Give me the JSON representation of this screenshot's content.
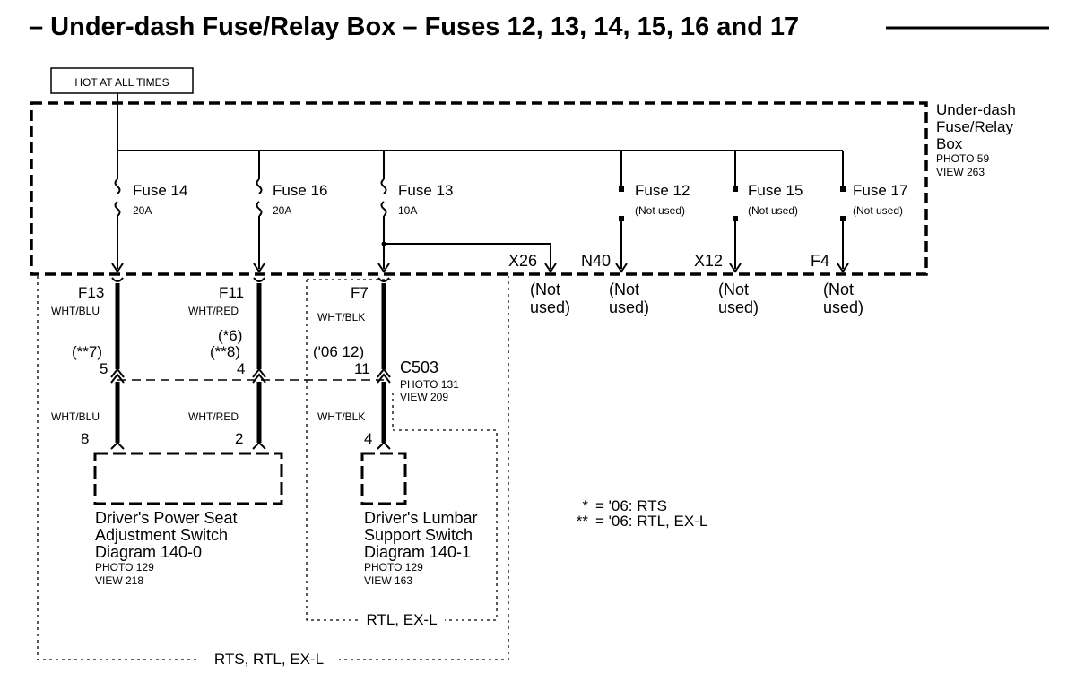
{
  "title": "– Under-dash Fuse/Relay Box – Fuses 12, 13, 14, 15, 16 and 17",
  "hot_label": "HOT AT ALL TIMES",
  "fuse_box": {
    "name_lines": [
      "Under-dash",
      "Fuse/Relay",
      "Box"
    ],
    "photo": "PHOTO 59",
    "view": "VIEW 263"
  },
  "fuses": [
    {
      "name": "Fuse 14",
      "rating": "20A"
    },
    {
      "name": "Fuse 16",
      "rating": "20A"
    },
    {
      "name": "Fuse 13",
      "rating": "10A"
    },
    {
      "name": "Fuse 12",
      "rating": "(Not used)"
    },
    {
      "name": "Fuse 15",
      "rating": "(Not used)"
    },
    {
      "name": "Fuse 17",
      "rating": "(Not used)"
    }
  ],
  "outputs": [
    {
      "terminal": "X26",
      "status": [
        "(Not",
        "used)"
      ]
    },
    {
      "terminal": "N40",
      "status": [
        "(Not",
        "used)"
      ]
    },
    {
      "terminal": "X12",
      "status": [
        "(Not",
        "used)"
      ]
    },
    {
      "terminal": "F4",
      "status": [
        "(Not",
        "used)"
      ]
    }
  ],
  "circuits": [
    {
      "terminal": "F13",
      "wire_top": "WHT/BLU",
      "pin_note": [
        "(**7)"
      ],
      "pin": "5",
      "wire_bottom": "WHT/BLU",
      "end_pin": "8"
    },
    {
      "terminal": "F11",
      "wire_top": "WHT/RED",
      "pin_note": [
        "(*6)",
        "(**8)"
      ],
      "pin": "4",
      "wire_bottom": "WHT/RED",
      "end_pin": "2"
    },
    {
      "terminal": "F7",
      "wire_top": "WHT/BLK",
      "pin_note": [
        "('06 12)"
      ],
      "pin": "11",
      "wire_bottom": "WHT/BLK",
      "end_pin": "4"
    }
  ],
  "connector": {
    "name": "C503",
    "photo": "PHOTO 131",
    "view": "VIEW 209"
  },
  "components": [
    {
      "lines": [
        "Driver's Power Seat",
        "Adjustment Switch",
        "Diagram 140-0"
      ],
      "photo": "PHOTO 129",
      "view": "VIEW 218"
    },
    {
      "lines": [
        "Driver's Lumbar",
        "Support Switch",
        "Diagram 140-1"
      ],
      "photo": "PHOTO 129",
      "view": "VIEW 163"
    }
  ],
  "legend": [
    {
      "symbol": "*",
      "text": "=  '06: RTS"
    },
    {
      "symbol": "**",
      "text": "=  '06: RTL, EX-L"
    }
  ],
  "options": {
    "inner": "RTL, EX-L",
    "outer": "RTS, RTL, EX-L"
  }
}
